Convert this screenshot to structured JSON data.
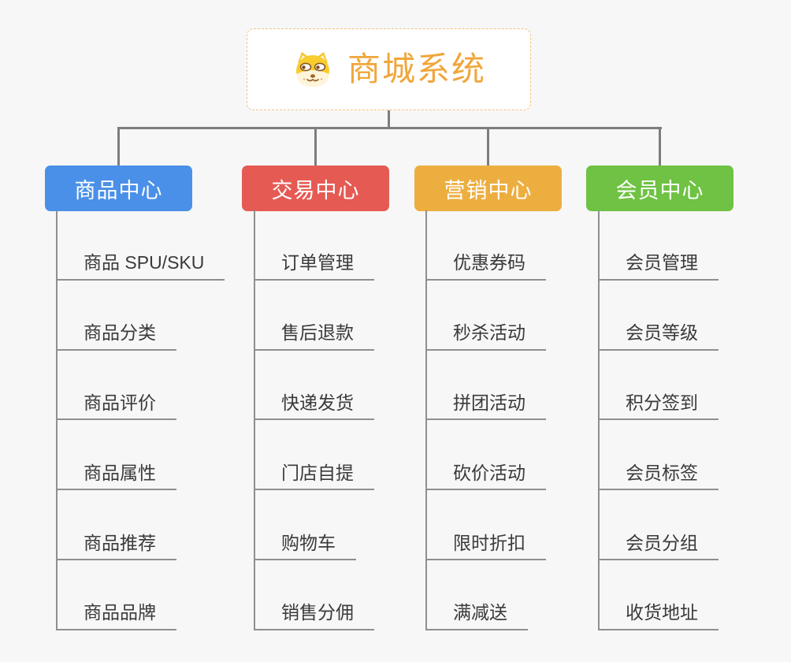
{
  "root": {
    "title": "商城系统",
    "icon": "dog-face-icon",
    "accent_color": "#F0A63C",
    "border_color": "#F3C37E",
    "background": "#FFFFFF"
  },
  "canvas_background": "#F7F7F7",
  "connector_color": "#7D7D7D",
  "topic_line_color": "#8F8F8F",
  "topic_text_color": "#3A3A3A",
  "branches": [
    {
      "label": "商品中心",
      "color": "#4A90E8",
      "children": [
        "商品 SPU/SKU",
        "商品分类",
        "商品评价",
        "商品属性",
        "商品推荐",
        "商品品牌"
      ]
    },
    {
      "label": "交易中心",
      "color": "#E55B54",
      "children": [
        "订单管理",
        "售后退款",
        "快递发货",
        "门店自提",
        "购物车",
        "销售分佣"
      ]
    },
    {
      "label": "营销中心",
      "color": "#EDAE40",
      "children": [
        "优惠券码",
        "秒杀活动",
        "拼团活动",
        "砍价活动",
        "限时折扣",
        "满减送"
      ]
    },
    {
      "label": "会员中心",
      "color": "#6FC243",
      "children": [
        "会员管理",
        "会员等级",
        "积分签到",
        "会员标签",
        "会员分组",
        "收货地址"
      ]
    }
  ]
}
